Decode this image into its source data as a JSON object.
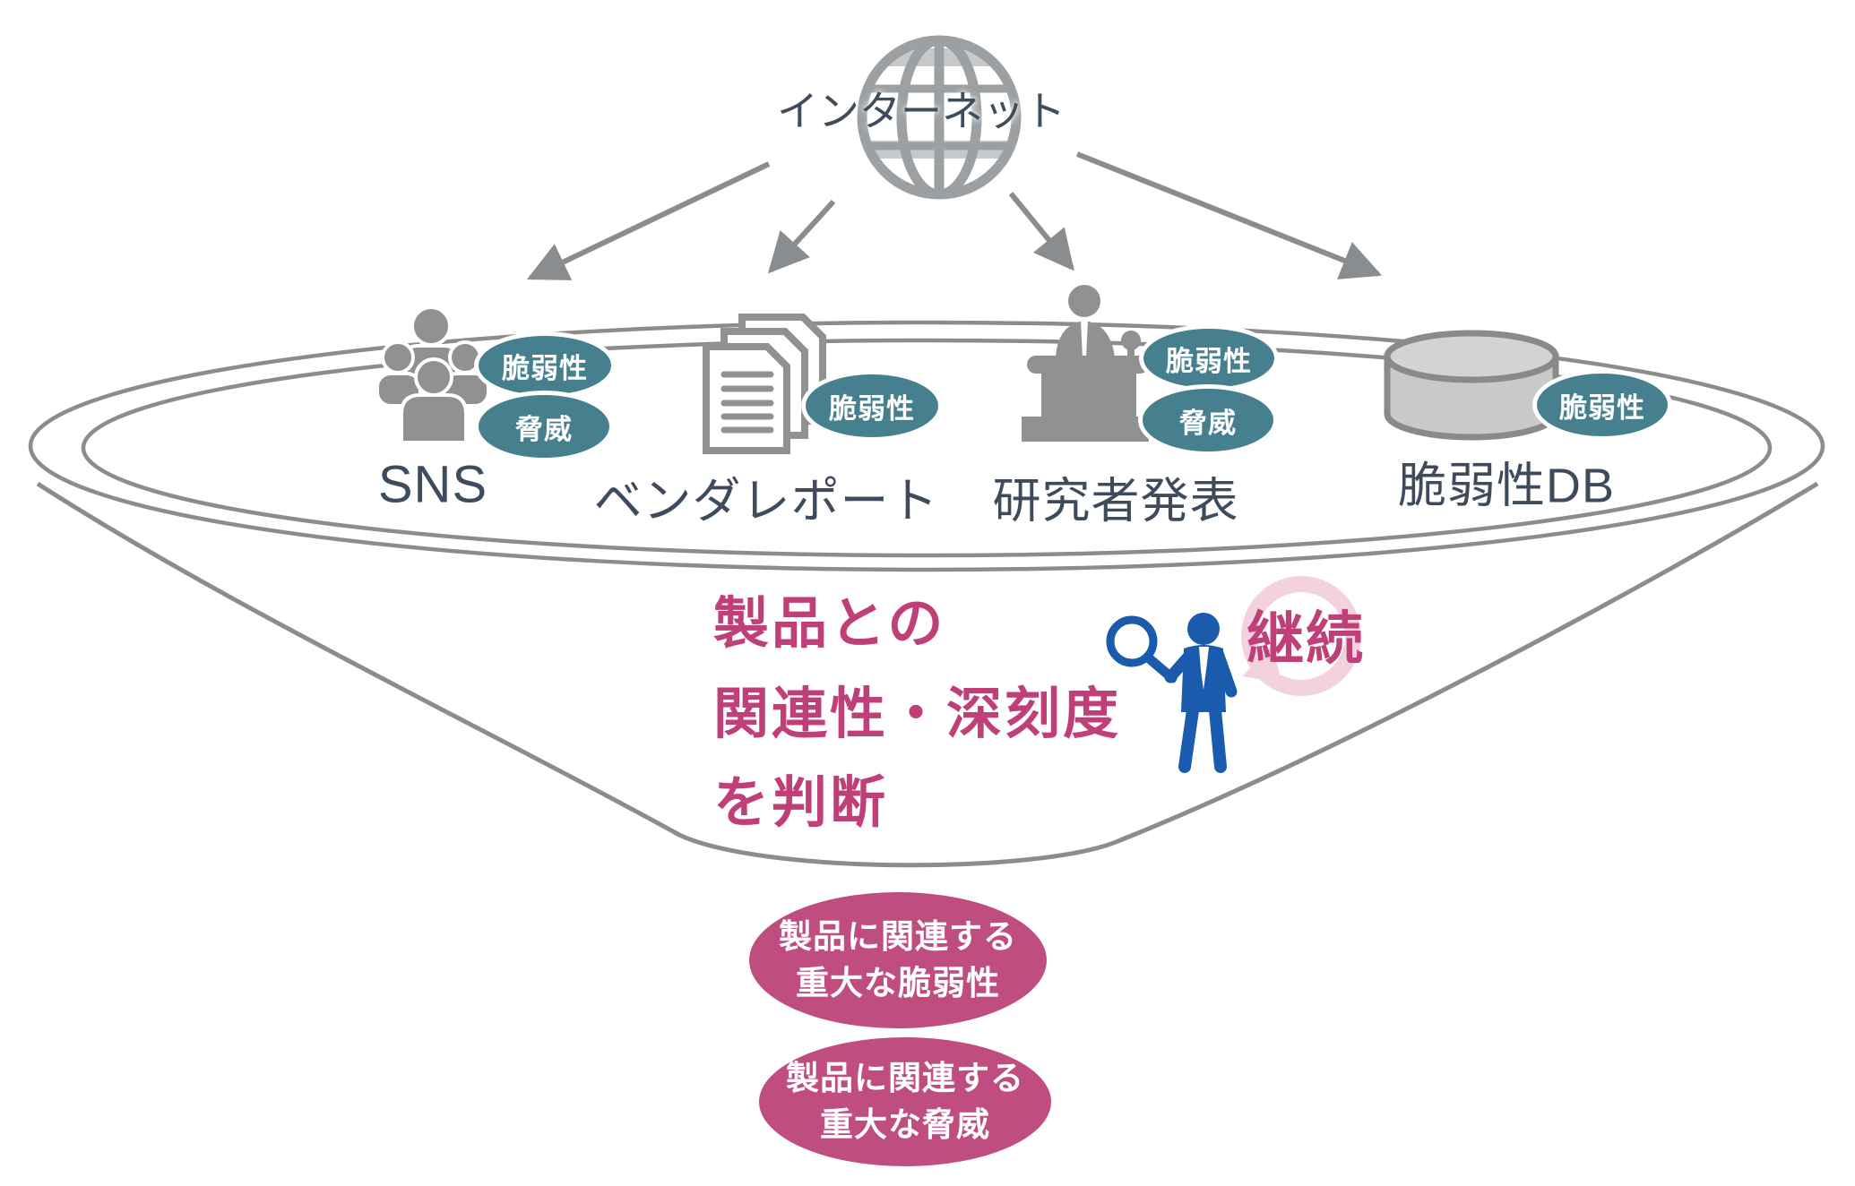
{
  "internet": {
    "label": "インターネット",
    "icon": "globe-icon"
  },
  "sources": [
    {
      "label": "SNS",
      "icon": "people-group-icon",
      "badges": [
        "脆弱性",
        "脅威"
      ]
    },
    {
      "label": "ベンダレポート",
      "icon": "document-stack-icon",
      "badges": [
        "脆弱性"
      ]
    },
    {
      "label": "研究者発表",
      "icon": "presenter-podium-icon",
      "badges": [
        "脆弱性",
        "脅威"
      ]
    },
    {
      "label": "脆弱性DB",
      "icon": "database-cylinder-icon",
      "badges": [
        "脆弱性"
      ]
    }
  ],
  "funnel": {
    "judgment_lines": [
      "製品との",
      "関連性・深刻度",
      "を判断"
    ],
    "continuous_label": "継続",
    "icons": [
      "magnifier-analyst-icon",
      "repeat-cycle-icon"
    ]
  },
  "outputs": [
    {
      "line1": "製品に関連する",
      "line2": "重大な脆弱性"
    },
    {
      "line1": "製品に関連する",
      "line2": "重大な脅威"
    }
  ],
  "colors": {
    "badge_teal": "#46808f",
    "magenta_text": "#bf3f78",
    "output_magenta": "#c04d7f",
    "icon_gray": "#8f9193",
    "funnel_outline_gray": "#8c8c8c",
    "label_dark": "#3d4b5c",
    "analyst_blue": "#1a5bad",
    "cycle_pink": "#f3d2de"
  }
}
